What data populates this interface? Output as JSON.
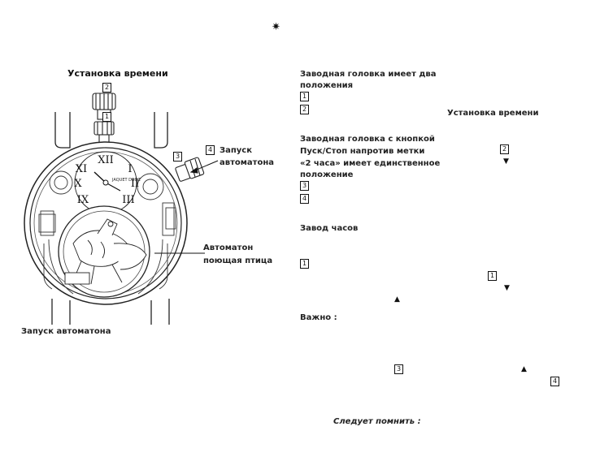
{
  "header": {
    "star_glyph": "✷"
  },
  "left": {
    "time_setting_label": "Установка времени",
    "crown_positions": [
      "2",
      "1"
    ],
    "pusher_number": "3",
    "start_label": {
      "box": "4",
      "line1": "Запуск",
      "line2": "автоматона"
    },
    "automaton_label": {
      "line1": "Автоматон",
      "line2": "поющая птица"
    },
    "dial_brand": "JAQUET DROZ",
    "footer_title": "Запуск автоматона"
  },
  "right": {
    "crown_title": {
      "line1": "Заводная головка имеет два",
      "line2": "положения"
    },
    "crown_pos_1": "1",
    "crown_pos_2": "2",
    "crown_pos_2_text": "Установка времени",
    "crown_button": {
      "line1": "Заводная головка с кнопкой",
      "line2": "Пуск/Стоп напротив метки",
      "line2_box": "2",
      "line3": "«2 часа» имеет единственное",
      "line4": "положение",
      "pos_3": "3",
      "pos_4": "4"
    },
    "winding_title": "Завод часов",
    "winding": {
      "box1": "1",
      "box2": "1"
    },
    "important_title": "Важно :",
    "important": {
      "box3": "3",
      "box4": "4"
    },
    "remember": "Следует помнить :"
  }
}
